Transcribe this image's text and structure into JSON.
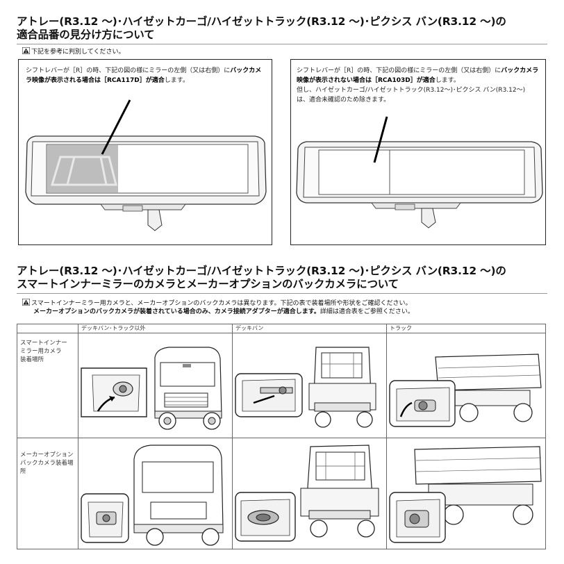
{
  "section1": {
    "title_line1": "アトレー(R3.12 ～)･ハイゼットカーゴ/ハイゼットトラック(R3.12 ～)･ピクシス バン(R3.12 ～)の",
    "title_line2": "適合品番の見分け方について",
    "note": "下記を参考に判別してください。",
    "left_panel": {
      "text_a": "シフトレバーが［R］の時、下記の図の様にミラーの左側（又は右側）に",
      "text_b_bold": "バックカメラ映像が表示される場合は［RCA117D］が適合",
      "text_c": "します。"
    },
    "right_panel": {
      "text_a": "シフトレバーが［R］の時、下記の図の様にミラーの左側（又は右側）に",
      "text_b_bold": "バックカメラ映像が表示されない場合は［RCA103D］が適合",
      "text_c": "します。",
      "text_d": "但し、ハイゼットカーゴ/ハイゼットトラック(R3.12～)･ピクシス バン(R3.12～)",
      "text_e": "は、適合未確認のため除きます。"
    }
  },
  "section2": {
    "title_line1": "アトレー(R3.12 ～)･ハイゼットカーゴ/ハイゼットトラック(R3.12 ～)･ピクシス バン(R3.12 ～)の",
    "title_line2": "スマートインナーミラーのカメラとメーカーオプションのバックカメラについて",
    "note_line1": "スマートインナーミラー用カメラと、メーカーオプションのバックカメラは異なります。下記の表で装着場所や形状をご確認ください。",
    "note_line2_bold": "メーカーオプションのバックカメラが装着されている場合のみ、カメラ接続アダプターが適合します。",
    "note_line2_tail": "詳細は適合表をご参照ください。"
  },
  "table": {
    "columns": [
      "",
      "デッキバン･トラック以外",
      "デッキバン",
      "トラック"
    ],
    "rows": [
      {
        "label_line1": "スマートインナー",
        "label_line2": "ミラー用カメラ",
        "label_line3": "装着場所"
      },
      {
        "label_line1": "メーカーオプション",
        "label_line2": "バックカメラ装着場所",
        "label_line3": ""
      }
    ]
  },
  "icons": [
    "warning-triangle-icon"
  ]
}
